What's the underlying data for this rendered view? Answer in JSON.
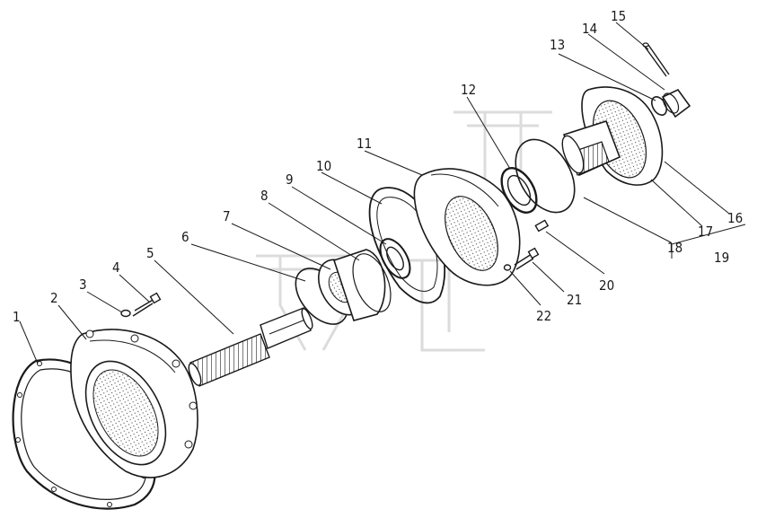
{
  "figure": {
    "kind": "exploded assembly drawing",
    "parts": [
      {
        "number": "1"
      },
      {
        "number": "2"
      },
      {
        "number": "3"
      },
      {
        "number": "4"
      },
      {
        "number": "5"
      },
      {
        "number": "6"
      },
      {
        "number": "7"
      },
      {
        "number": "8"
      },
      {
        "number": "9"
      },
      {
        "number": "10"
      },
      {
        "number": "11"
      },
      {
        "number": "12"
      },
      {
        "number": "13"
      },
      {
        "number": "14"
      },
      {
        "number": "15"
      },
      {
        "number": "16"
      },
      {
        "number": "17"
      },
      {
        "number": "18"
      },
      {
        "number": "19"
      },
      {
        "number": "20"
      },
      {
        "number": "21"
      },
      {
        "number": "22"
      }
    ]
  }
}
